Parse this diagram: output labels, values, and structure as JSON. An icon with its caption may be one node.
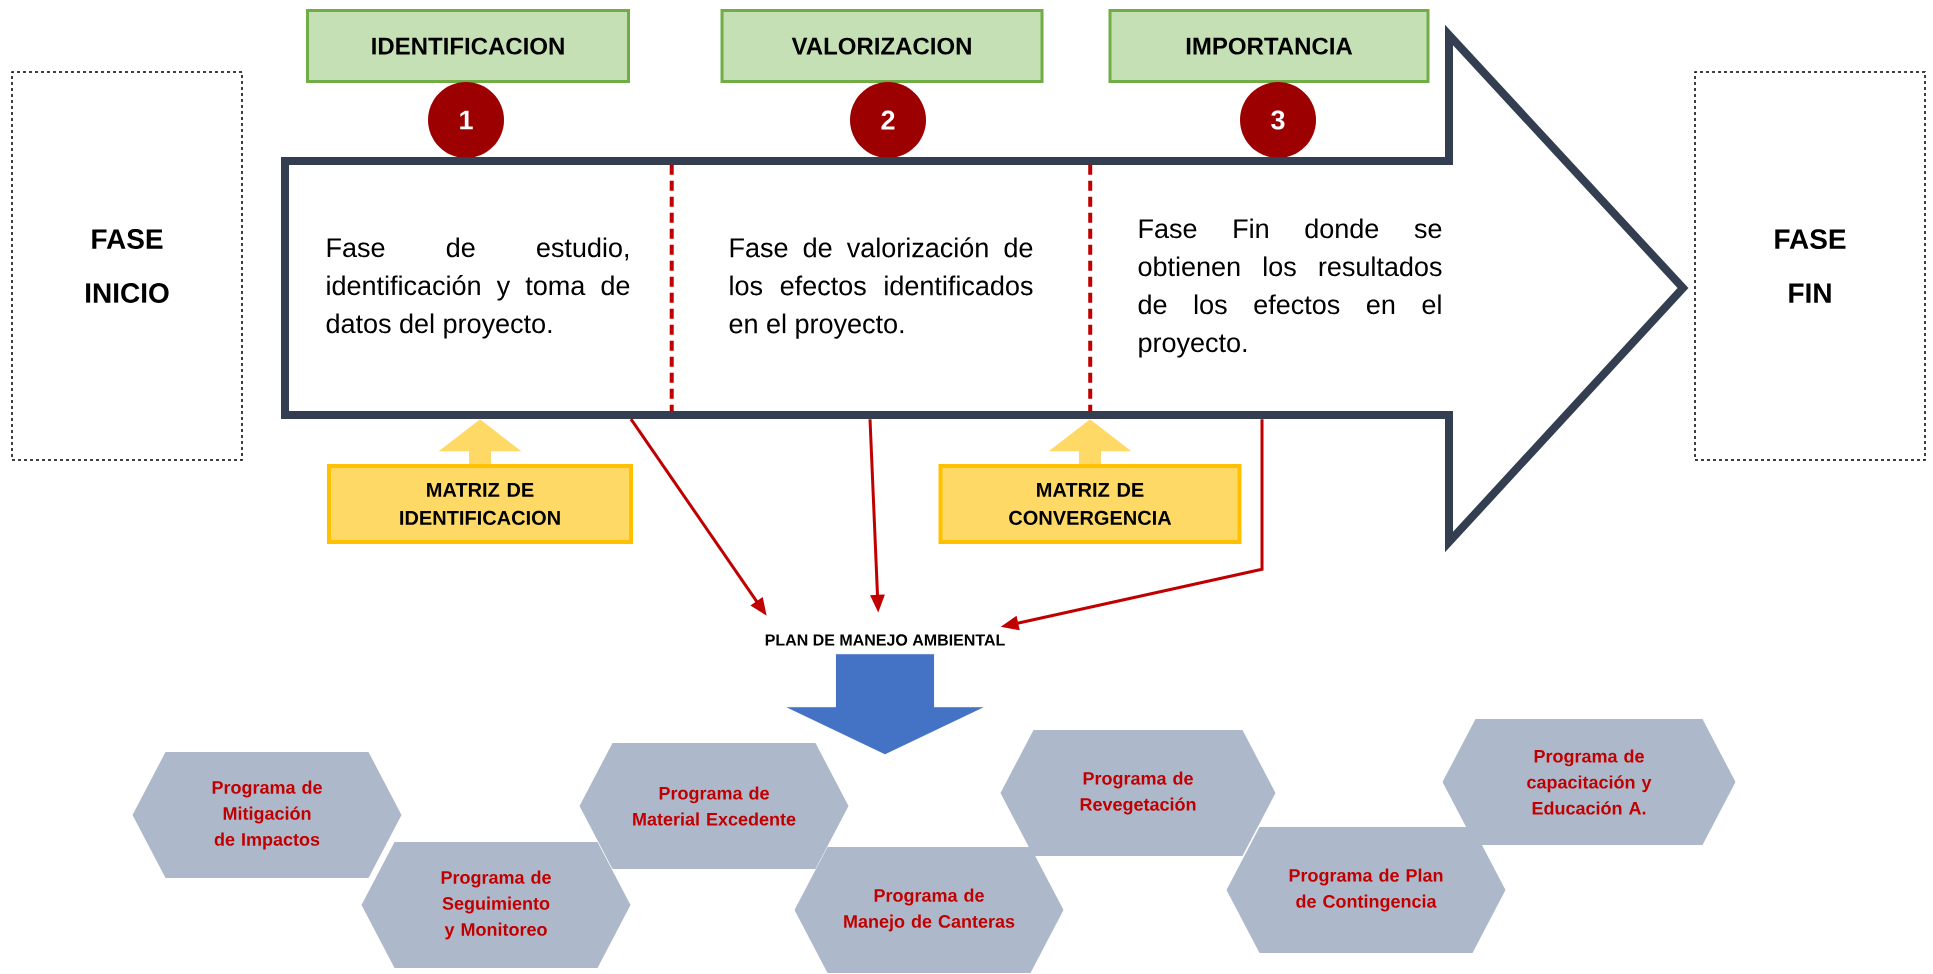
{
  "diagram": {
    "nodes": [
      {
        "text": [
          "FASE INICIO"
        ]
      },
      {
        "text": [
          "IDENTIFICACION"
        ]
      },
      {
        "text": [
          "VALORIZACION"
        ]
      },
      {
        "text": [
          "IMPORTANCIA"
        ]
      },
      {
        "text": [
          "1"
        ]
      },
      {
        "text": [
          "2"
        ]
      },
      {
        "text": [
          "3"
        ]
      },
      {
        "text": [],
        "shape": "arrow"
      },
      {
        "text": [
          "Fase de estudio, identificación y toma de datos del proyecto."
        ],
        "in": 7
      },
      {
        "text": [
          "Fase de valorización de los efectos identificados en el proyecto."
        ],
        "in": 7
      },
      {
        "text": [
          "Fase Fin donde se obtienen los resultados de los efectos en el proyecto."
        ],
        "in": 7
      },
      {
        "text": [
          "FASE FIN"
        ]
      },
      {
        "text": [
          "MATRIZ DE IDENTIFICACION"
        ]
      },
      {
        "text": [
          "MATRIZ DE CONVERGENCIA"
        ]
      },
      {
        "text": [
          "PLAN DE MANEJO AMBIENTAL"
        ]
      },
      {
        "text": [
          "Programa de Mitigación de Impactos"
        ]
      },
      {
        "text": [
          "Programa de Seguimiento y Monitoreo"
        ]
      },
      {
        "text": [
          "Programa de Material Excedente"
        ]
      },
      {
        "text": [
          "Programa de Manejo de Canteras"
        ]
      },
      {
        "text": [
          "Programa de Revegetación"
        ]
      },
      {
        "text": [
          "Programa de Plan de Contingencia"
        ]
      },
      {
        "text": [
          "Programa de capacitación y Educación A."
        ]
      }
    ],
    "edges": [
      {
        "from": 12,
        "to": 7,
        "arrow": "to",
        "style": "thick",
        "color": "#ffd966"
      },
      {
        "from": 13,
        "to": 7,
        "arrow": "to",
        "style": "thick",
        "color": "#ffd966"
      },
      {
        "from": 7,
        "to": 14,
        "arrow": "to",
        "color": "#c00000"
      },
      {
        "from": 7,
        "to": 14,
        "arrow": "to",
        "color": "#c00000"
      },
      {
        "from": 7,
        "to": 14,
        "arrow": "to",
        "color": "#c00000"
      },
      {
        "from": 14,
        "to": null,
        "arrow": "to",
        "style": "thick",
        "color": "#4472c4"
      }
    ]
  }
}
